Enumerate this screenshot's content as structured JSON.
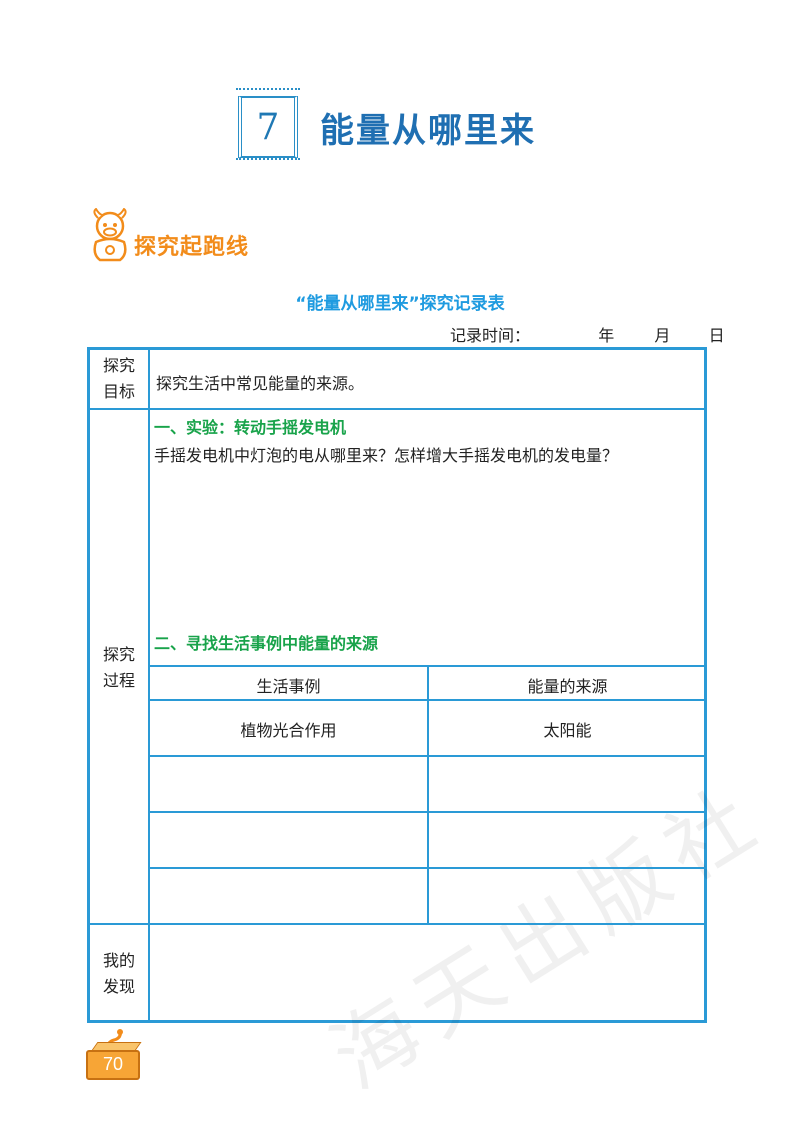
{
  "lesson": {
    "number": "7",
    "title": "能量从哪里来"
  },
  "section": {
    "badge": "探究起跑线"
  },
  "table": {
    "title": "“能量从哪里来”探究记录表",
    "record_time": {
      "label": "记录时间：",
      "year": "年",
      "month": "月",
      "day": "日"
    },
    "rows": {
      "goal": {
        "head1": "探究",
        "head2": "目标",
        "text": "探究生活中常见能量的来源。"
      },
      "process": {
        "head1": "探究",
        "head2": "过程",
        "part1_title": "一、实验：转动手摇发电机",
        "part1_question": "手摇发电机中灯泡的电从哪里来？怎样增大手摇发电机的发电量？",
        "part2_title": "二、寻找生活事例中能量的来源",
        "columns": [
          "生活事例",
          "能量的来源"
        ],
        "examples": [
          {
            "example": "植物光合作用",
            "source": "太阳能"
          },
          {
            "example": "",
            "source": ""
          },
          {
            "example": "",
            "source": ""
          },
          {
            "example": "",
            "source": ""
          }
        ]
      },
      "findings": {
        "head1": "我的",
        "head2": "发现"
      }
    }
  },
  "watermark": "海天出版社",
  "page_number": "70"
}
